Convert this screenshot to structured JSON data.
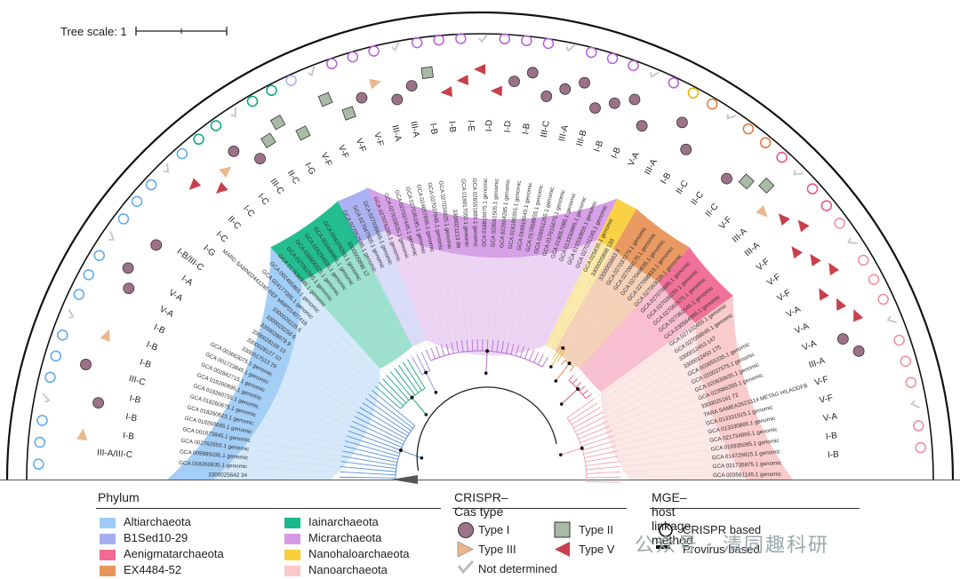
{
  "scale": {
    "label": "Tree scale: 1"
  },
  "phylum_legend": {
    "title": "Phylum",
    "items": [
      {
        "name": "Altiarchaeota",
        "color": "#9ecbf5"
      },
      {
        "name": "B1Sed10-29",
        "color": "#a6aef0"
      },
      {
        "name": "Aenigmatarchaeota",
        "color": "#f06a92"
      },
      {
        "name": "EX4484-52",
        "color": "#e8955a"
      },
      {
        "name": "Iainarchaeota",
        "color": "#18b98a"
      },
      {
        "name": "Micrarchaeota",
        "color": "#d59be6"
      },
      {
        "name": "Nanohaloarchaeota",
        "color": "#f9cf3a"
      },
      {
        "name": "Nanoarchaeota",
        "color": "#f9c8c8"
      }
    ]
  },
  "crispr_legend": {
    "title": "CRISPR–Cas type",
    "items": [
      {
        "name": "Type I",
        "icon": "circle-icon",
        "color": "#9c7288"
      },
      {
        "name": "Type II",
        "icon": "square-icon",
        "color": "#a9bba6"
      },
      {
        "name": "Type III",
        "icon": "triangle-right-icon",
        "color": "#e9b78f"
      },
      {
        "name": "Type V",
        "icon": "triangle-left-icon",
        "color": "#c8404b"
      },
      {
        "name": "Not determined",
        "icon": "check-icon",
        "color": "#bcbcbc"
      }
    ]
  },
  "mge_legend": {
    "title": "MGE–host linkage method",
    "items": [
      {
        "name": "CRISPR based",
        "icon": "ring-icon"
      },
      {
        "name": "Provirus based",
        "icon": "bar-icon"
      }
    ]
  },
  "watermark": "公众号 · 清同趣科研",
  "sectors": [
    {
      "phylum": "Altiarchaeota",
      "color": "#9ecbf5"
    },
    {
      "phylum": "Iainarchaeota",
      "color": "#18b98a"
    },
    {
      "phylum": "B1Sed10-29",
      "color": "#a6aef0"
    },
    {
      "phylum": "Micrarchaeota",
      "color": "#d59be6"
    },
    {
      "phylum": "Nanohaloarchaeota",
      "color": "#f9cf3a"
    },
    {
      "phylum": "EX4484-52",
      "color": "#e8955a"
    },
    {
      "phylum": "Aenigmatarchaeota",
      "color": "#f06a92"
    },
    {
      "phylum": "Nanoarchaeota",
      "color": "#f9c8c8"
    }
  ],
  "leaves": [
    "3300025642 34",
    "GCA 018260835.1 genomic",
    "GCA 009995035.1 genomic",
    "GCA 002762655.1 genomic",
    "GCA 001873845.1 genomic",
    "GCA 018260665.1 genomic",
    "GCA 018260615.1 genomic",
    "GCA 018260675.1 genomic",
    "GCA 018260755.1 genomic",
    "GCA 018260695.1 genomic",
    "GCA 002842715.1 genomic",
    "GCA 001723845.1 genomic",
    "GCA 003663075.1 genomic",
    "3300017513 29",
    "3300028127 10",
    "3300028169 10",
    "3300028079 9",
    "3300028258 6",
    "3300028225 6",
    "MARD SAMN02441240 REF MMP01407418",
    "GCA 024177085.1 genomic",
    "GCA 002495865.1 genomic",
    "GCA 017630345.1 genomic",
    "GCA 027061595.1 genomic",
    "GCA 030600325.1 genomic",
    "GCA 016294935.1 genomic",
    "GCA 002495855.1 genomic",
    "GCA 004376265.1 genomic",
    "3300005898 12",
    "GCA 027052595.1 genomic",
    "GCA 027047505.1 genomic",
    "GCA 027036645.1 genomic",
    "GCA 027076285.1 genomic",
    "GCA 027033535.1 genomic",
    "GCA 027037445.1 genomic",
    "GCA 027035195.1 genomic",
    "GCA 024657895.1 genomic",
    "GCA 027037945.1 genomic",
    "GCA 027034825.1 genomic",
    "3300021213 99",
    "GCA 018817055.1 genomic",
    "GCA 026551885.1 genomic",
    "GCA 018816975.1 genomic",
    "GCA 028561505.1 genomic",
    "GCA 022804285.1 genomic",
    "GCA 016189355.1 genomic",
    "GCA 018816045.1 genomic",
    "GCA 017858855.1 genomic",
    "GCA 026551205.1 genomic",
    "GCA 017615675.1 genomic",
    "GCA 019057085.1 genomic",
    "GCA 013330895.1 genomic",
    "GCA 013330855.1 genomic",
    "GCA 027031245.1 genomic",
    "GCA 025835.1 genomic",
    "3300005898 139",
    "3300005883 3",
    "GCA 027037275.1 genomic",
    "GCA 027069175.1 genomic",
    "GCA 027049935.1 genomic",
    "GCA 027068815.1 genomic",
    "GCA 027063035.1 genomic",
    "GCA 027078895.1 genomic",
    "GCA 027036255.1 genomic",
    "GCA 027060575.1 genomic",
    "GCA 027062545.1 genomic",
    "GCA 030584995.1 genomic",
    "GCA 027102455.1 genomic",
    "GCA 027098945.1 genomic",
    "3300012453 147",
    "3300012450 175",
    "GCA 003655335.1 genomic",
    "GCA 020037575.1 genomic",
    "GCA 020630635.1 genomic",
    "GCA 023986355.1 genomic",
    "3300025161 72",
    "TARA SAMEA2623314 METAG HILAODFB",
    "GCA 013331915.1 genomic",
    "GCA 013330865.1 genomic",
    "GCA 021734865.1 genomic",
    "GCA 016935095.1 genomic",
    "GCA 014729915.1 genomic",
    "GCA 021735975.1 genomic",
    "GCA 003591145.1 genomic"
  ],
  "type_labels": [
    "III-A/III-C",
    "I-B",
    "I-B",
    "I-B",
    "III-C",
    "I-B",
    "I-B",
    "I-B",
    "V-A",
    "V-A",
    "I-A",
    "I-B/III-C",
    "I-G",
    "I-C",
    "II-C",
    "I-C",
    "I-C",
    "III-C",
    "II-C",
    "I-G",
    "V-F",
    "V-F",
    "V-F",
    "V-F",
    "III-A",
    "III-A",
    "I-B",
    "I-B",
    "I-E",
    "I-D",
    "I-D",
    "I-B",
    "III-C",
    "III-A",
    "III-B",
    "I-B",
    "I-B",
    "V-A",
    "III-A",
    "I-B",
    "II-C",
    "II-C",
    "II-C",
    "V-F",
    "III-A",
    "III-A",
    "V-F",
    "V-F",
    "V-F",
    "V-A",
    "V-A",
    "V-A",
    "III-A",
    "V-F",
    "V-F",
    "V-A",
    "I-B",
    "I-B"
  ],
  "annotations": [
    {
      "slot": 1,
      "icon": "triangle-right-icon"
    },
    {
      "slot": 3,
      "icon": "circle-icon"
    },
    {
      "slot": 5,
      "icon": "circle-icon"
    },
    {
      "slot": 7,
      "icon": "triangle-right-icon"
    },
    {
      "slot": 10,
      "icon": "circle-icon"
    },
    {
      "slot": 11,
      "icon": "circle-icon"
    },
    {
      "slot": 13,
      "icon": "circle-icon"
    },
    {
      "slot": 17,
      "icon": "triangle-left-icon"
    },
    {
      "slot": 18,
      "icon": "triangle-left-icon"
    },
    {
      "slot": 19,
      "icon": "triangle-right-icon"
    },
    {
      "slot": 20,
      "icon": "circle-icon"
    },
    {
      "slot": 21,
      "icon": "circle-icon"
    },
    {
      "slot": 22,
      "icon": "square-icon"
    },
    {
      "slot": 23,
      "icon": "square-icon"
    },
    {
      "slot": 24,
      "icon": "square-icon"
    },
    {
      "slot": 26,
      "icon": "square-icon"
    },
    {
      "slot": 27,
      "icon": "square-icon"
    },
    {
      "slot": 28,
      "icon": "circle-icon"
    },
    {
      "slot": 29,
      "icon": "triangle-right-icon"
    },
    {
      "slot": 30,
      "icon": "circle-icon"
    },
    {
      "slot": 31,
      "icon": "circle-icon"
    },
    {
      "slot": 32,
      "icon": "square-icon"
    },
    {
      "slot": 33,
      "icon": "triangle-left-icon"
    },
    {
      "slot": 34,
      "icon": "triangle-left-icon"
    },
    {
      "slot": 35,
      "icon": "triangle-left-icon"
    },
    {
      "slot": 36,
      "icon": "triangle-left-icon"
    },
    {
      "slot": 37,
      "icon": "circle-icon"
    },
    {
      "slot": 38,
      "icon": "circle-icon"
    },
    {
      "slot": 39,
      "icon": "circle-icon"
    },
    {
      "slot": 40,
      "icon": "circle-icon"
    },
    {
      "slot": 41,
      "icon": "circle-icon"
    },
    {
      "slot": 42,
      "icon": "circle-icon"
    },
    {
      "slot": 43,
      "icon": "circle-icon"
    },
    {
      "slot": 44,
      "icon": "circle-icon"
    },
    {
      "slot": 45,
      "icon": "circle-icon"
    },
    {
      "slot": 47,
      "icon": "circle-icon"
    },
    {
      "slot": 48,
      "icon": "circle-icon"
    },
    {
      "slot": 51,
      "icon": "circle-icon"
    },
    {
      "slot": 52,
      "icon": "square-icon"
    },
    {
      "slot": 53,
      "icon": "square-icon"
    },
    {
      "slot": 54,
      "icon": "triangle-right-icon"
    },
    {
      "slot": 55,
      "icon": "triangle-left-icon"
    },
    {
      "slot": 56,
      "icon": "triangle-left-icon"
    },
    {
      "slot": 57,
      "icon": "triangle-left-icon"
    },
    {
      "slot": 58,
      "icon": "triangle-left-icon"
    },
    {
      "slot": 59,
      "icon": "triangle-left-icon"
    },
    {
      "slot": 60,
      "icon": "triangle-left-icon"
    },
    {
      "slot": 61,
      "icon": "triangle-left-icon"
    },
    {
      "slot": 62,
      "icon": "triangle-left-icon"
    },
    {
      "slot": 63,
      "icon": "circle-icon"
    },
    {
      "slot": 64,
      "icon": "circle-icon"
    }
  ]
}
